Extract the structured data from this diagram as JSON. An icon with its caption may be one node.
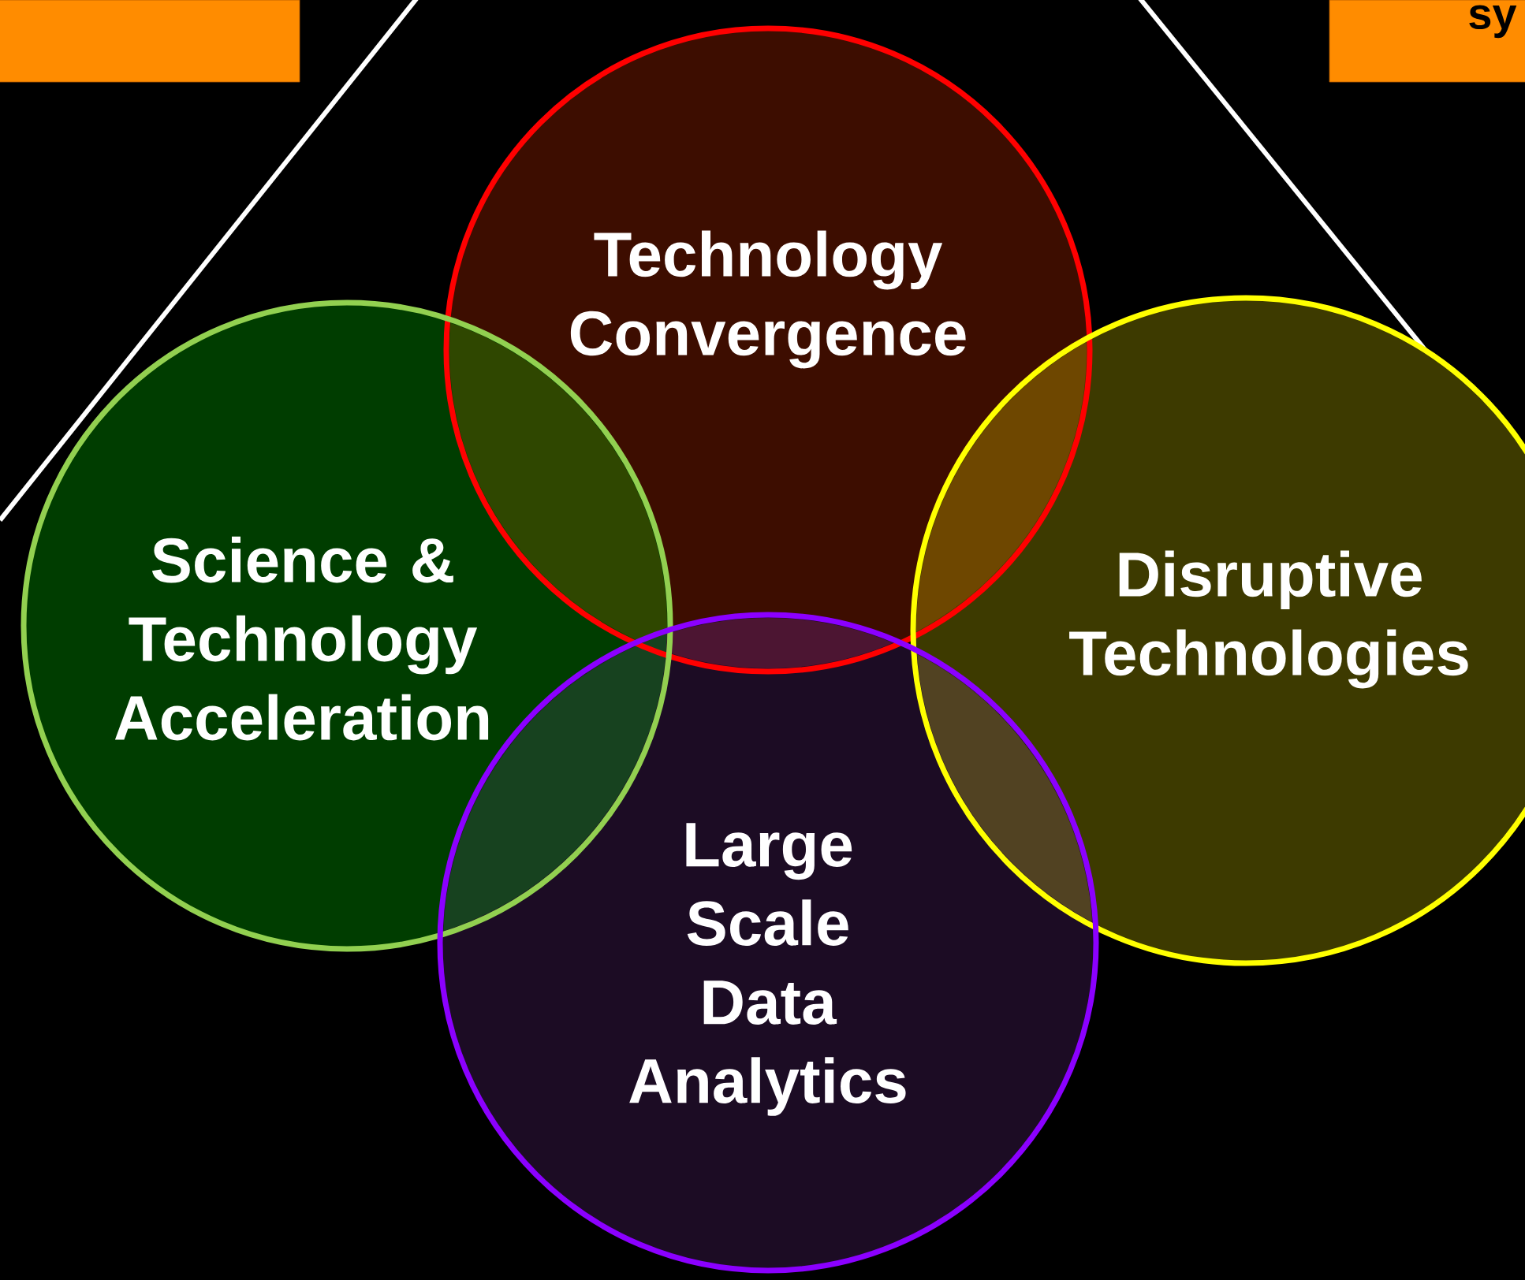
{
  "diagram": {
    "nodes": [
      {
        "text": [],
        "shape": "box"
      },
      {
        "text": [
          "sy"
        ]
      },
      {
        "text": [
          "Technology Convergence"
        ]
      },
      {
        "text": [
          "Science & Technology Acceleration"
        ]
      },
      {
        "text": [
          "Disruptive Technologies"
        ]
      },
      {
        "text": [
          "Large Scale Data Analytics"
        ]
      }
    ]
  }
}
